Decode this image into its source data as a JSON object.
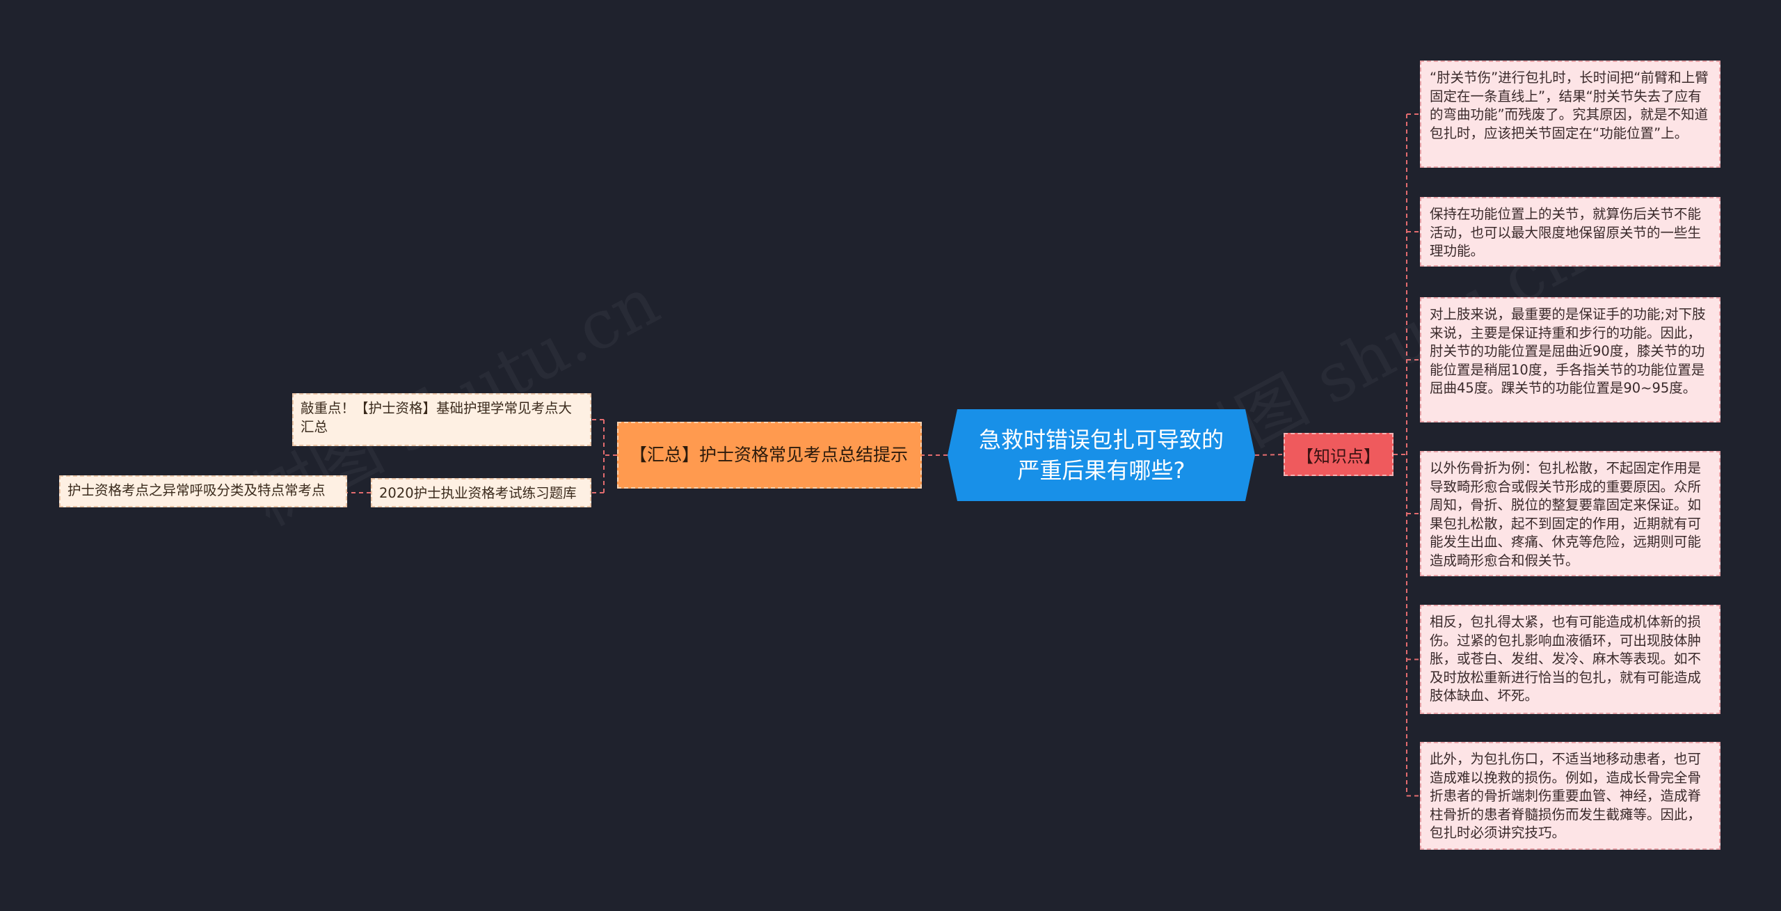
{
  "central": "急救时错误包扎可导致的严重后果有哪些?",
  "tag": "【知识点】",
  "summary": "【汇总】护士资格常见考点总结提示",
  "knowledge": [
    "“肘关节伤”进行包扎时，长时间把“前臂和上臂固定在一条直线上”，结果“肘关节失去了应有的弯曲功能”而残废了。究其原因，就是不知道包扎时，应该把关节固定在“功能位置”上。",
    "保持在功能位置上的关节，就算伤后关节不能活动，也可以最大限度地保留原关节的一些生理功能。",
    "对上肢来说，最重要的是保证手的功能;对下肢来说，主要是保证持重和步行的功能。因此，肘关节的功能位置是屈曲近90度，膝关节的功能位置是稍屈10度，手各指关节的功能位置是屈曲45度。踝关节的功能位置是90~95度。",
    "以外伤骨折为例：包扎松散，不起固定作用是导致畸形愈合或假关节形成的重要原因。众所周知，骨折、脱位的整复要靠固定来保证。如果包扎松散，起不到固定的作用，近期就有可能发生出血、疼痛、休克等危险，远期则可能造成畸形愈合和假关节。",
    "相反，包扎得太紧，也有可能造成机体新的损伤。过紧的包扎影响血液循环，可出现肢体肿胀，或苍白、发绀、发冷、麻木等表现。如不及时放松重新进行恰当的包扎，就有可能造成肢体缺血、坏死。",
    "此外，为包扎伤口，不适当地移动患者，也可造成难以挽救的损伤。例如，造成长骨完全骨折患者的骨折端刺伤重要血管、神经，造成脊柱骨折的患者脊髓损伤而发生截瘫等。因此，包扎时必须讲究技巧。"
  ],
  "left": {
    "item1": "敲重点！【护士资格】基础护理学常见考点大汇总",
    "item2": "2020护士执业资格考试练习题库",
    "item3": "护士资格考点之异常呼吸分类及特点常考点"
  },
  "colors": {
    "background": "#1f222d",
    "central": "#1890e8",
    "tag": "#ef5a5d",
    "summary": "#ff9a4f",
    "link": "#e36c6f"
  }
}
